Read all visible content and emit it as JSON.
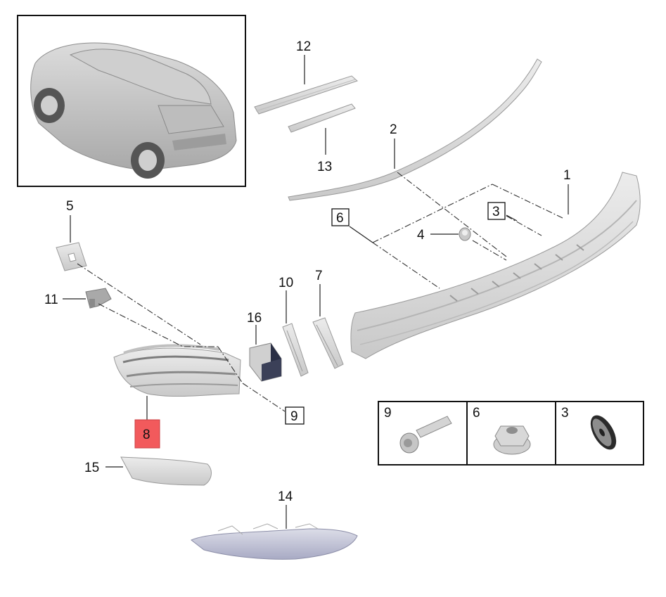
{
  "callouts": {
    "c1": "1",
    "c2": "2",
    "c3": "3",
    "c4": "4",
    "c5": "5",
    "c6": "6",
    "c7": "7",
    "c8": "8",
    "c9": "9",
    "c10": "10",
    "c11": "11",
    "c12": "12",
    "c13": "13",
    "c14": "14",
    "c15": "15",
    "c16": "16"
  },
  "legend": {
    "col1": "9",
    "col2": "6",
    "col3": "3"
  },
  "colors": {
    "highlight": "#f25a5c",
    "part_fill": "#d9d9d9",
    "part_dark": "#b8b8b8",
    "trim_fill": "#b9bbd2"
  }
}
